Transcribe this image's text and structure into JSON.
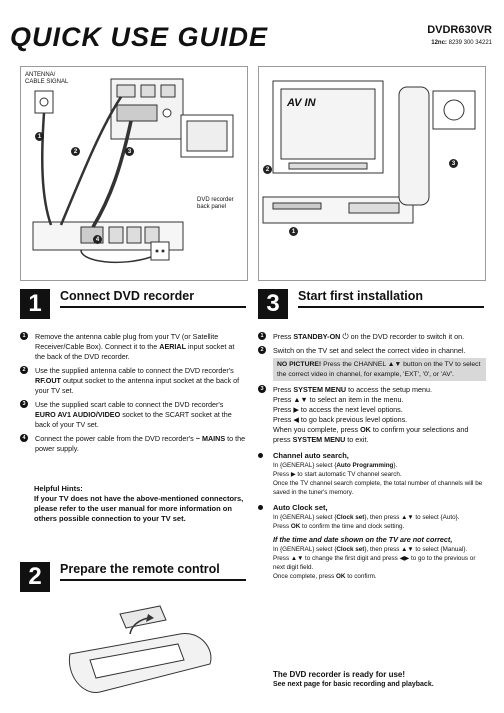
{
  "header": {
    "title": "QUICK USE GUIDE",
    "model": "DVDR630VR",
    "code_prefix": "12nc:",
    "code_value": "8239 300 34221"
  },
  "figure1": {
    "antenna_label_1": "ANTENNA/",
    "antenna_label_2": "CABLE SIGNAL",
    "panel_label_1": "DVD recorder",
    "panel_label_2": "back panel",
    "callouts": [
      "1",
      "2",
      "3",
      "4"
    ]
  },
  "figure3": {
    "screen_text": "AV IN",
    "callouts": [
      "1",
      "2",
      "3"
    ]
  },
  "section1": {
    "number": "1",
    "title": "Connect DVD recorder",
    "steps": [
      {
        "n": "1",
        "t1": "Remove the antenna cable plug from your TV (or Satellite Receiver/Cable Box). Connect it to the ",
        "b1": "AERIAL",
        "t2": " input socket at the back of the DVD recorder."
      },
      {
        "n": "2",
        "t1": "Use the supplied antenna cable to connect the DVD recorder's ",
        "b1": "RF.OUT",
        "t2": " output socket to the antenna input socket at the back of your TV set."
      },
      {
        "n": "3",
        "t1": "Use the supplied scart cable to connect the DVD recorder's ",
        "b1": "EURO AV1 AUDIO/VIDEO",
        "t2": " socket to the SCART socket at the back of your TV set."
      },
      {
        "n": "4",
        "t1": "Connect the power cable from the DVD recorder's ",
        "b1": "~ MAINS",
        "t2": " to the power supply."
      }
    ],
    "helpful_title": "Helpful Hints:",
    "helpful_text": "If your TV does not have the above-mentioned connectors, please refer to the user manual for more information on others possible connection to your TV set."
  },
  "section2": {
    "number": "2",
    "title": "Prepare the remote control"
  },
  "section3": {
    "number": "3",
    "title": "Start first installation",
    "step1_a": "Press ",
    "step1_b": "STANDBY-ON",
    "step1_c": " on the DVD recorder to switch it on.",
    "step2": "Switch on the TV set and select the correct video in channel.",
    "note_bold": "NO PICTURE!",
    "note_text": " Press the CHANNEL ▲▼ button on the TV to select the correct video in channel, for example, 'EXT', '0', or 'AV'.",
    "step3_a": "Press ",
    "step3_b": "SYSTEM MENU",
    "step3_c": " to access the setup menu.",
    "step3_l2": "Press ▲▼ to select an item in the menu.",
    "step3_l3": "Press ▶ to access the next level options.",
    "step3_l4": "Press ◀ to go back previous level options.",
    "step3_l5a": "When you complete, press ",
    "step3_l5b": "OK",
    "step3_l5c": " to confirm your selections and press ",
    "step3_l5d": "SYSTEM MENU",
    "step3_l5e": " to exit.",
    "cas_head": "Channel auto search,",
    "cas_l1a": "In {GENERAL} select {",
    "cas_l1b": "Auto Programming",
    "cas_l1c": "}.",
    "cas_l2": "Press ▶ to start automatic TV channel search.",
    "cas_l3": "Once the TV channel search complete, the total number of channels will be saved in the tuner's memory.",
    "acs_head": "Auto Clock set,",
    "acs_l1a": "In {GENERAL} select {",
    "acs_l1b": "Clock set",
    "acs_l1c": "}, then press ▲▼ to select {Auto}.",
    "acs_l2a": "Press ",
    "acs_l2b": "OK",
    "acs_l2c": " to confirm the time and clock setting.",
    "ital_head": "If the time and date shown on the TV are not correct,",
    "m_l1a": "In {GENERAL} select {",
    "m_l1b": "Clock set",
    "m_l1c": "}, then press ▲▼ to select {Manual}.",
    "m_l2": "Press ▲▼ to change the first digit and press ◀▶ to go to the previous or next digit field.",
    "m_l3a": "Once complete, press ",
    "m_l3b": "OK",
    "m_l3c": " to confirm.",
    "ready": "The DVD recorder is ready for use!",
    "next": "See next page for basic recording and playback."
  }
}
